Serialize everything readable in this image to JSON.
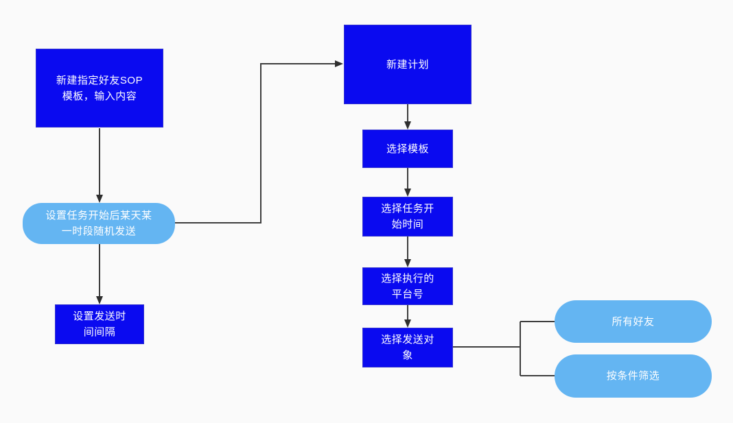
{
  "canvas": {
    "background": "#fafafa"
  },
  "colors": {
    "canvas_bg": "#fafafa",
    "process_fill": "#0a0af0",
    "process_border": "#3434cf",
    "terminal_fill": "#64b5f2",
    "node_text": "#ffffff",
    "connector_stroke": "#3d3d3d",
    "arrowhead_fill": "#2e2e2e"
  },
  "nodes": [
    {
      "id": "create-sop-template",
      "type": "process",
      "label": "新建指定好友SOP\n模板，输入内容"
    },
    {
      "id": "schedule-random-send",
      "type": "terminal",
      "label": "设置任务开始后某天某\n一时段随机发送"
    },
    {
      "id": "send-interval",
      "type": "process",
      "label": "设置发送时\n间间隔"
    },
    {
      "id": "create-plan",
      "type": "process",
      "label": "新建计划"
    },
    {
      "id": "select-template",
      "type": "process",
      "label": "选择模板"
    },
    {
      "id": "select-start-time",
      "type": "process",
      "label": "选择任务开\n始时间"
    },
    {
      "id": "select-platform-account",
      "type": "process",
      "label": "选择执行的\n平台号"
    },
    {
      "id": "select-send-target",
      "type": "process",
      "label": "选择发送对\n象"
    },
    {
      "id": "all-friends",
      "type": "terminal",
      "label": "所有好友"
    },
    {
      "id": "filter-by-condition",
      "type": "terminal",
      "label": "按条件筛选"
    }
  ]
}
